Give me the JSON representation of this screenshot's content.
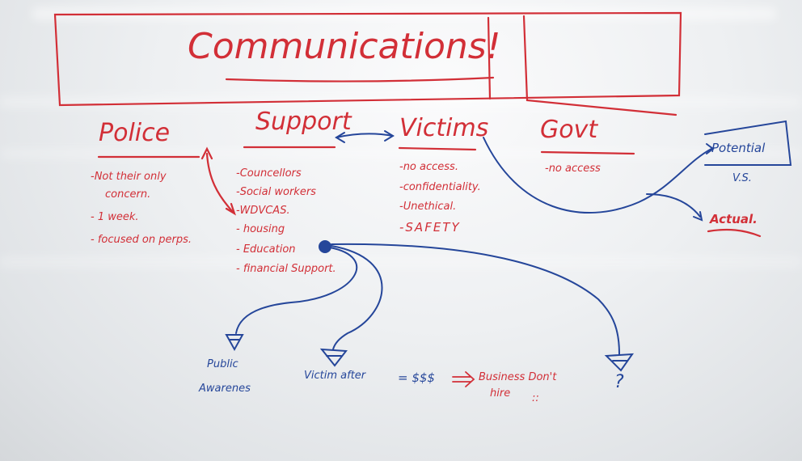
{
  "title": "Communications!",
  "columns": {
    "police": {
      "heading": "Police",
      "items": [
        "-Not their only",
        "concern.",
        "- 1 week.",
        "- focused on perps."
      ]
    },
    "support": {
      "heading": "Support",
      "items": [
        "-Councellors",
        "-Social workers",
        "-WDVCAS.",
        "- housing",
        "- Education",
        "- financial Support."
      ]
    },
    "victims": {
      "heading": "Victims",
      "items": [
        "-no access.",
        "-confidentiality.",
        "-Unethical.",
        "-SAFETY"
      ]
    },
    "govt": {
      "heading": "Govt",
      "items": [
        "-no access"
      ]
    }
  },
  "comparison": {
    "top": "Potential",
    "middle": "V.S.",
    "bottom": "Actual."
  },
  "outcomes": {
    "first": [
      "Public",
      "Awarenes"
    ],
    "second": "Victim after",
    "equals": "= $$$",
    "arrow": "⇒",
    "business": [
      "Business Don't",
      "hire"
    ],
    "third": "?",
    "doodle": "::"
  },
  "colors": {
    "red": "#d22f37",
    "blue": "#25469a",
    "board": "#eef0f2"
  }
}
